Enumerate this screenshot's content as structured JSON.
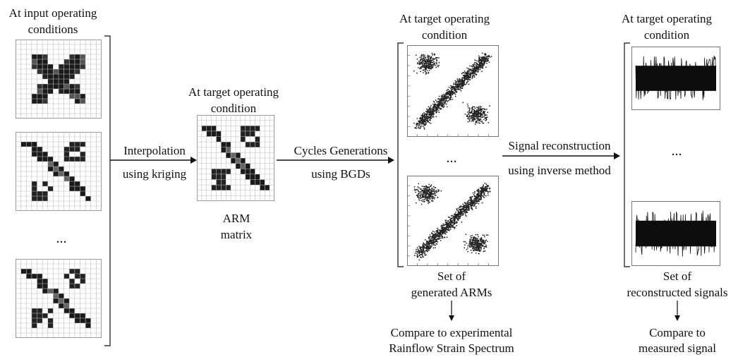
{
  "input": {
    "title": [
      "At input operating",
      "conditions"
    ],
    "ellipsis": "..."
  },
  "step1": {
    "line1": "Interpolation",
    "line2": "using kriging"
  },
  "arm": {
    "title": [
      "At target operating",
      "condition"
    ],
    "caption": [
      "ARM",
      "matrix"
    ]
  },
  "step2": {
    "line1": "Cycles Generations",
    "line2": "using BGDs"
  },
  "generated": {
    "title": [
      "At target operating",
      "condition"
    ],
    "ellipsis": "...",
    "caption": [
      "Set of",
      "generated ARMs"
    ],
    "compare": [
      "Compare to experimental",
      "Rainflow Strain Spectrum"
    ]
  },
  "step3": {
    "line1": "Signal reconstruction",
    "line2": "using inverse method"
  },
  "signals": {
    "title": [
      "At target operating",
      "condition"
    ],
    "ellipsis": "...",
    "caption": [
      "Set of",
      "reconstructed signals"
    ],
    "compare": [
      "Compare to",
      "measured signal"
    ]
  },
  "colors": {
    "ink": "#111111",
    "grid": "#c8c8c8",
    "dark": "#1a1a1a",
    "mid": "#555555"
  }
}
